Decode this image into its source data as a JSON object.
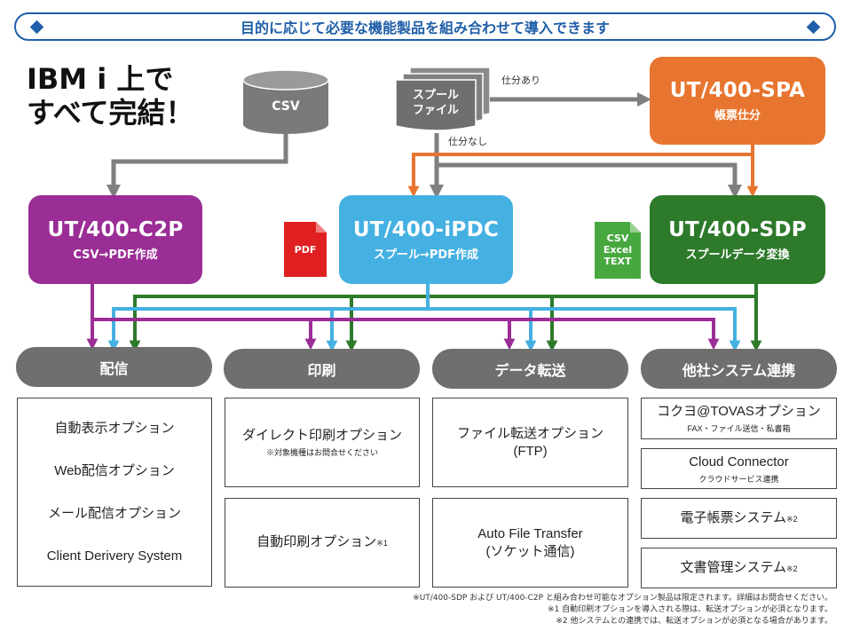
{
  "banner": {
    "text": "目的に応じて必要な機能製品を組み合わせて導入できます"
  },
  "hero": {
    "line1": "IBM i 上で",
    "line2": "すべて完結！"
  },
  "sources": {
    "csv": "CSV",
    "spool_line1": "スプール",
    "spool_line2": "ファイル",
    "with_formatting": "仕分あり",
    "without_formatting": "仕分なし"
  },
  "products": {
    "spa": {
      "name": "UT/400-SPA",
      "subtitle": "帳票仕分",
      "color": "#e8752f"
    },
    "c2p": {
      "name": "UT/400-C2P",
      "subtitle": "CSV→PDF作成",
      "color": "#9b2d96"
    },
    "ipdc": {
      "name": "UT/400-iPDC",
      "subtitle": "スプール→PDF作成",
      "color": "#45b0e2"
    },
    "sdp": {
      "name": "UT/400-SDP",
      "subtitle": "スプールデータ変換",
      "color": "#2d7a2a"
    }
  },
  "file_icons": {
    "pdf": "PDF",
    "formats": [
      "CSV",
      "Excel",
      "TEXT"
    ]
  },
  "categories": {
    "delivery": "配信",
    "print": "印刷",
    "transfer": "データ転送",
    "integration": "他社システム連携"
  },
  "options": {
    "delivery": [
      "自動表示オプション",
      "Web配信オプション",
      "メール配信オプション",
      "Client Derivery System"
    ],
    "print_direct": {
      "title": "ダイレクト印刷オプション",
      "note": "※対象機種はお問合せください"
    },
    "print_auto": {
      "title": "自動印刷オプション",
      "mark": "※1"
    },
    "transfer_file": {
      "title": "ファイル転送オプション",
      "sub": "(FTP)"
    },
    "transfer_auto": {
      "title": "Auto File Transfer",
      "sub": "(ソケット通信)"
    },
    "integration": [
      {
        "title": "コクヨ@TOVASオプション",
        "note": "FAX・ファイル送信・私書箱",
        "mark": ""
      },
      {
        "title": "Cloud Connector",
        "note": "クラウドサービス連携",
        "mark": ""
      },
      {
        "title": "電子帳票システム",
        "note": "",
        "mark": "※2"
      },
      {
        "title": "文書管理システム",
        "note": "",
        "mark": "※2"
      }
    ]
  },
  "footnotes": [
    "※UT/400-SDP および UT/400-C2P と組み合わせ可能なオプション製品は限定されます。詳細はお問合せください。",
    "※1 自動印刷オプションを導入される際は、転送オプションが必須となります。",
    "※2 他システムとの連携では、転送オプションが必須となる場合があります。"
  ],
  "colors": {
    "banner": "#1f5ea8",
    "category": "#6f6f6f",
    "connector": "#7f7f7f"
  }
}
